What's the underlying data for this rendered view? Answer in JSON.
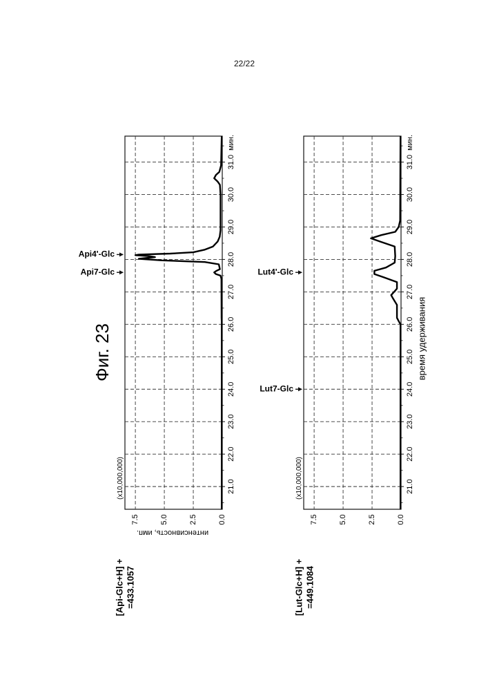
{
  "page_number": "22/22",
  "figure_title": "Фиг. 23",
  "chart_data": [
    {
      "type": "line",
      "id": "top",
      "ion_label_line1": "[Api-Glc+H] +",
      "ion_label_line2": "=433.1057",
      "ylabel": "интенсивность, имп.",
      "multiplier": "(x10,000,000)",
      "x_unit": "мин.",
      "xlabel": "",
      "xlim": [
        20.3,
        31.8
      ],
      "ylim": [
        0.0,
        8.4
      ],
      "x_ticks": [
        "21.0",
        "22.0",
        "23.0",
        "24.0",
        "25.0",
        "26.0",
        "27.0",
        "28.0",
        "29.0",
        "30.0",
        "31.0"
      ],
      "y_ticks": [
        "0.0",
        "2.5",
        "5.0",
        "7.5"
      ],
      "grid": true,
      "annotations": [
        {
          "label": "Api4'-Glc",
          "x": 28.15
        },
        {
          "label": "Api7-Glc",
          "x": 27.6
        }
      ],
      "x": [
        20.3,
        26.1,
        26.2,
        27.4,
        27.5,
        27.55,
        27.6,
        27.65,
        27.7,
        27.85,
        27.92,
        27.97,
        28.02,
        28.07,
        28.1,
        28.13,
        28.15,
        28.18,
        28.22,
        28.3,
        28.4,
        28.55,
        28.7,
        28.9,
        30.0,
        30.3,
        30.4,
        30.5,
        30.6,
        30.7,
        30.9,
        31.8
      ],
      "y": [
        0.05,
        0.05,
        0.06,
        0.07,
        0.15,
        0.55,
        0.7,
        0.5,
        0.2,
        0.3,
        1.5,
        5.2,
        7.2,
        5.8,
        6.3,
        7.5,
        7.2,
        4.5,
        2.5,
        1.5,
        0.8,
        0.4,
        0.22,
        0.15,
        0.15,
        0.2,
        0.4,
        0.7,
        0.55,
        0.25,
        0.1,
        0.05
      ]
    },
    {
      "type": "line",
      "id": "bottom",
      "ion_label_line1": "[Lut-Glc+H] +",
      "ion_label_line2": "=449.1084",
      "xlabel": "время удерживания",
      "ylabel": "",
      "multiplier": "(x10,000,000)",
      "x_unit": "мин.",
      "xlim": [
        20.3,
        31.8
      ],
      "ylim": [
        0.0,
        8.4
      ],
      "x_ticks": [
        "21.0",
        "22.0",
        "23.0",
        "24.0",
        "25.0",
        "26.0",
        "27.0",
        "28.0",
        "29.0",
        "30.0",
        "31.0"
      ],
      "y_ticks": [
        "0.0",
        "2.5",
        "5.0",
        "7.5"
      ],
      "grid": true,
      "annotations": [
        {
          "label": "Lut4'-Glc",
          "x": 27.6
        },
        {
          "label": "Lut7-Glc",
          "x": 24.0
        }
      ],
      "x": [
        20.3,
        26.0,
        26.1,
        26.2,
        26.6,
        26.8,
        26.9,
        27.0,
        27.1,
        27.3,
        27.45,
        27.55,
        27.65,
        27.75,
        27.9,
        28.1,
        28.4,
        28.55,
        28.65,
        28.75,
        28.85,
        29.0,
        29.2,
        31.8
      ],
      "y": [
        0.05,
        0.05,
        0.2,
        0.35,
        0.35,
        0.7,
        0.85,
        0.6,
        0.35,
        0.35,
        1.5,
        2.3,
        2.3,
        1.3,
        0.55,
        0.5,
        0.55,
        1.8,
        2.6,
        1.7,
        0.5,
        0.2,
        0.08,
        0.05
      ]
    }
  ]
}
